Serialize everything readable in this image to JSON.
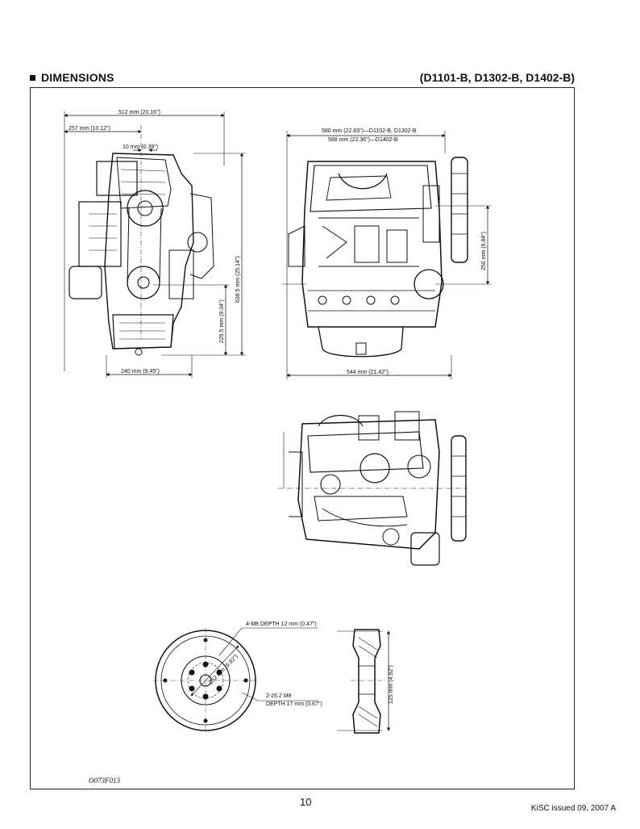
{
  "header": {
    "title": "DIMENSIONS",
    "models": "(D1101-B, D1302-B, D1402-B)"
  },
  "front_view": {
    "overall_width": "512 mm (20.16\")",
    "half_width": "257 mm (10.12\")",
    "offset": "10 mm (0.39\")",
    "overall_height": "638.5 mm (25.14\")",
    "crank_height": "229.5 mm (9.04\")",
    "base_width": "240 mm (9.45\")"
  },
  "side_view": {
    "length_1": "580 mm (22.83\")—D1102-B, D1302-B",
    "length_2": "568 mm (22.36\")—D1402-B",
    "height": "250 mm (9.84\")",
    "base_length": "544 mm (21.42\")"
  },
  "flywheel": {
    "tap_1": "4-M8 DEPTH 12 mm (0.47\")",
    "bolt_circle": "252 mm (9.92\")",
    "tap_2_a": "2-26.2 M8",
    "tap_2_b": "DEPTH 17 mm (0.67\")",
    "width": "125 mm (4.92\")"
  },
  "figure_code": "O073F013",
  "page_number": "10",
  "footer": "KiSC issued 09, 2007 A"
}
